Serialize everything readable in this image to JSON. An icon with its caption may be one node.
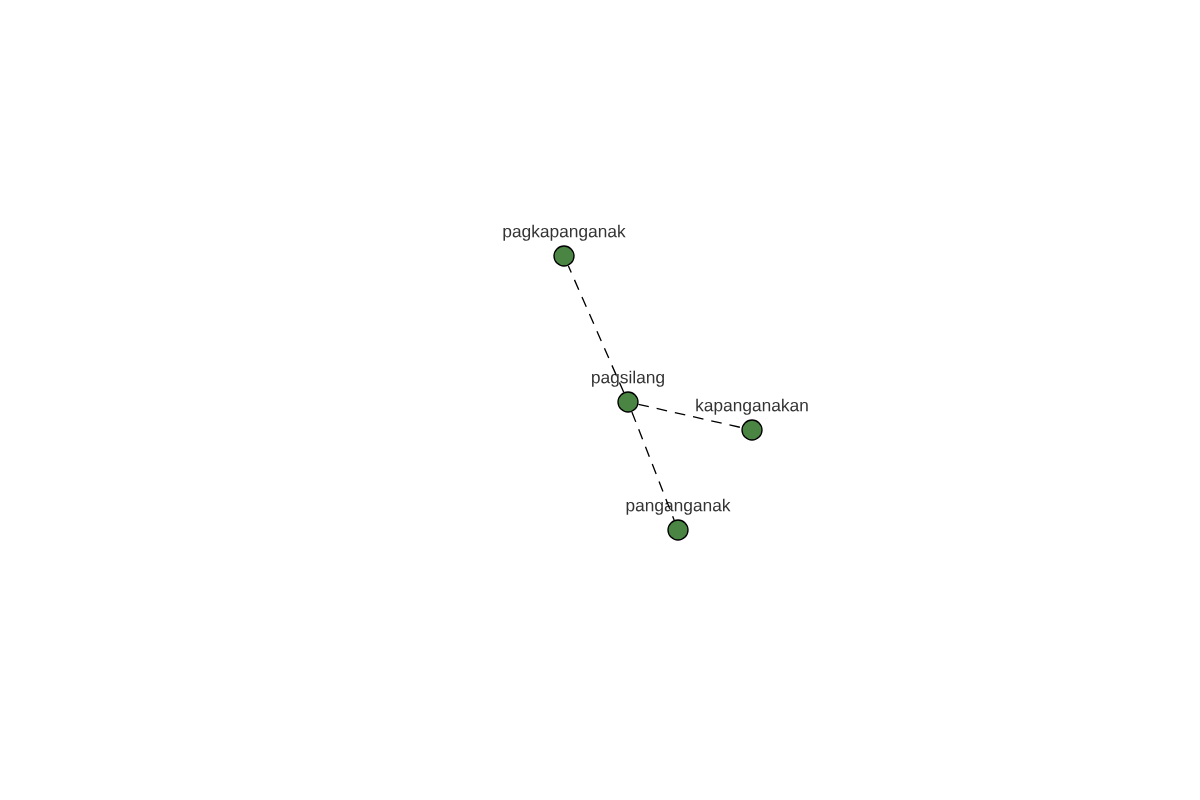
{
  "diagram": {
    "nodes": [
      {
        "text": [
          "pagkapanganak"
        ]
      },
      {
        "text": [
          "pagsilang"
        ]
      },
      {
        "text": [
          "kapanganakan"
        ]
      },
      {
        "text": [
          "panganganak"
        ]
      }
    ],
    "edges": [
      {
        "from": 1,
        "to": 0,
        "arrow": "none",
        "style": "dashed"
      },
      {
        "from": 1,
        "to": 2,
        "arrow": "none",
        "style": "dashed"
      },
      {
        "from": 1,
        "to": 3,
        "arrow": "none",
        "style": "dashed"
      }
    ]
  }
}
